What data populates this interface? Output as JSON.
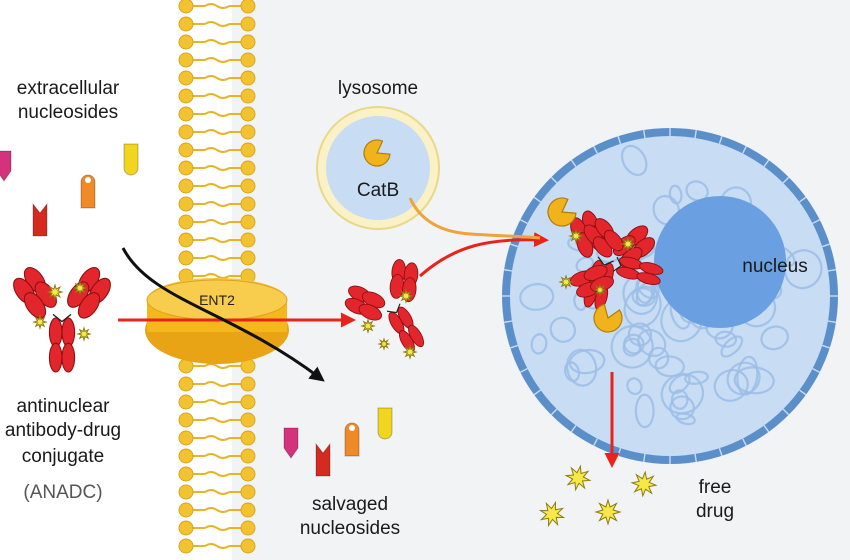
{
  "labels": {
    "extracellular": "extracellular",
    "nucleosides": "nucleosides",
    "lysosome": "lysosome",
    "catb": "CatB",
    "ent2": "ENT2",
    "nucleus": "nucleus",
    "antinuclear": "antinuclear",
    "antibody_drug": "antibody-drug",
    "conjugate": "conjugate",
    "anadc": "(ANADC)",
    "salvaged": "salvaged",
    "salvaged_nucleosides": "nucleosides",
    "free": "free",
    "drug": "drug"
  },
  "colors": {
    "antibody": "#e3262b",
    "antibody_outline": "#8a1014",
    "drug_star": "#f7e84a",
    "membrane_head": "#f2c230",
    "membrane_tail": "#e9b428",
    "transporter": "#f5b81c",
    "arrow_red": "#e8231b",
    "arrow_orange": "#eea43a",
    "cytoplasm": "#f1f3f4",
    "cell_fill": "#c8dcf3",
    "cell_edge": "#5b8fc9",
    "nucleus_fill": "#6a9fe1",
    "chromatin": "#9bbde8",
    "catb_pacman": "#f1b31c"
  },
  "nucleoside_colors": [
    "#d4327a",
    "#d52a1e",
    "#f08a26",
    "#f1d51f"
  ]
}
